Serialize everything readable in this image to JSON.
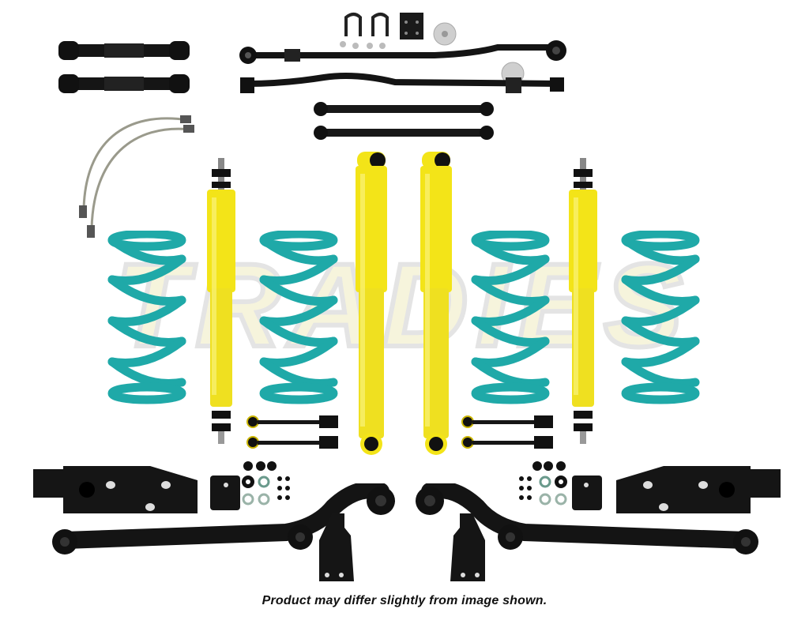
{
  "image": {
    "description": "Suspension lift kit product photo on white background",
    "watermark_text": "TRADIES",
    "caption": "Product may differ slightly from image shown."
  },
  "colors": {
    "background": "#ffffff",
    "spring_teal": "#1fa9a8",
    "shock_yellow": "#f3e418",
    "component_black": "#151515",
    "watermark_fill": "#f6f4dc",
    "watermark_stroke": "#e6e6e6",
    "caption_text": "#111111"
  },
  "components": {
    "adjustable_upper_arms": 2,
    "front_track_bar": 1,
    "rear_track_bar": 1,
    "lower_links": 2,
    "u_bolts": 2,
    "spacers": 2,
    "brake_lines": 2,
    "shock_absorbers": 4,
    "coil_springs": 4,
    "sway_bar_links": 4,
    "control_arms": 2,
    "brackets": 6
  }
}
